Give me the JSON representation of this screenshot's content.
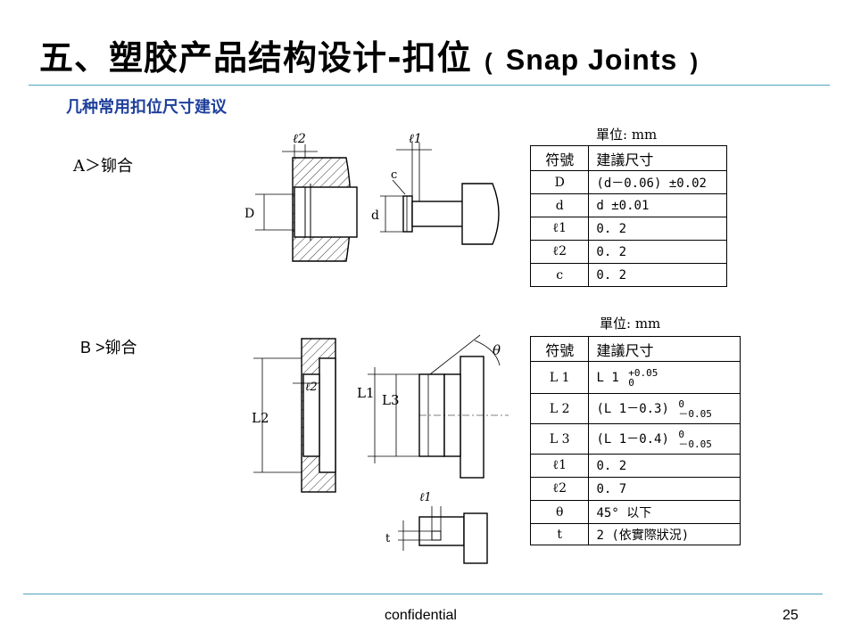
{
  "header": {
    "title_cn": "五、塑胶产品结构设计-扣位",
    "title_en_open": "(",
    "title_en": "Snap Joints",
    "title_en_close": ")",
    "subtitle": "几种常用扣位尺寸建议"
  },
  "section_a": {
    "label": "A＞铆合",
    "unit": "單位: mm",
    "diagram_labels": {
      "l2": "ℓ2",
      "l1": "ℓ1",
      "c": "c",
      "D": "D",
      "d": "d"
    },
    "table": {
      "headers": [
        "符號",
        "建議尺寸"
      ],
      "rows": [
        {
          "symbol": "D",
          "value": "(d－0.06) ±0.02"
        },
        {
          "symbol": "d",
          "value": "d ±0.01"
        },
        {
          "symbol": "ℓ1",
          "value": "0. 2"
        },
        {
          "symbol": "ℓ2",
          "value": "0. 2"
        },
        {
          "symbol": "c",
          "value": "0. 2"
        }
      ]
    }
  },
  "section_b": {
    "label": "B >铆合",
    "unit": "單位: mm",
    "diagram_labels": {
      "L2": "L2",
      "l2": "ℓ2",
      "L1": "L1",
      "L3": "L3",
      "theta": "θ",
      "l1": "ℓ1",
      "t": "t"
    },
    "table": {
      "headers": [
        "符號",
        "建議尺寸"
      ],
      "rows": [
        {
          "symbol": "L 1",
          "value": "L 1",
          "tol_top": "+0.05",
          "tol_bottom": "0"
        },
        {
          "symbol": "L 2",
          "value": "(L 1－0.3)",
          "tol_top": "0",
          "tol_bottom": "－0.05"
        },
        {
          "symbol": "L 3",
          "value": "(L 1－0.4)",
          "tol_top": "0",
          "tol_bottom": "－0.05"
        },
        {
          "symbol": "ℓ1",
          "value": "0. 2"
        },
        {
          "symbol": "ℓ2",
          "value": "0. 7"
        },
        {
          "symbol": "θ",
          "value": "45° 以下"
        },
        {
          "symbol": "t",
          "value": "2 (依實際狀況)"
        }
      ]
    }
  },
  "footer": {
    "label": "confidential",
    "page": "25"
  },
  "colors": {
    "rule": "#4fa3c4",
    "subtitle": "#1f3f9c"
  }
}
